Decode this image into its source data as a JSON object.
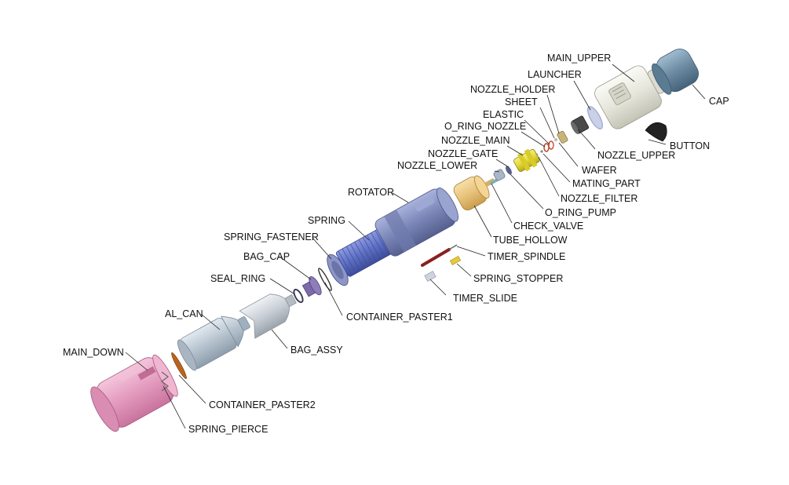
{
  "diagram": {
    "type": "exploded-assembly",
    "parts": [
      {
        "id": "main_upper",
        "label": "MAIN_UPPER",
        "color": "#e6e6dc"
      },
      {
        "id": "cap",
        "label": "CAP",
        "color": "#6c8aa0"
      },
      {
        "id": "launcher",
        "label": "LAUNCHER",
        "color": "#9aa7c9"
      },
      {
        "id": "nozzle_holder",
        "label": "NOZZLE_HOLDER",
        "color": "#c8b47a"
      },
      {
        "id": "sheet",
        "label": "SHEET",
        "color": "#d9c58a"
      },
      {
        "id": "elastic",
        "label": "ELASTIC",
        "color": "#c94a2a"
      },
      {
        "id": "o_ring_nozzle",
        "label": "O_RING_NOZZLE",
        "color": "#b7432a"
      },
      {
        "id": "nozzle_main",
        "label": "NOZZLE_MAIN",
        "color": "#e4d936"
      },
      {
        "id": "nozzle_gate",
        "label": "NOZZLE_GATE",
        "color": "#5a5f8c"
      },
      {
        "id": "nozzle_lower",
        "label": "NOZZLE_LOWER",
        "color": "#aab6c8"
      },
      {
        "id": "nozzle_upper",
        "label": "NOZZLE_UPPER",
        "color": "#4a4a4a"
      },
      {
        "id": "button",
        "label": "BUTTON",
        "color": "#222222"
      },
      {
        "id": "wafer",
        "label": "WAFER",
        "color": "#cfcfcf"
      },
      {
        "id": "mating_part",
        "label": "MATING_PART",
        "color": "#8a8a8a"
      },
      {
        "id": "nozzle_filter",
        "label": "NOZZLE_FILTER",
        "color": "#999999"
      },
      {
        "id": "o_ring_pump",
        "label": "O_RING_PUMP",
        "color": "#555c80"
      },
      {
        "id": "check_valve",
        "label": "CHECK_VALVE",
        "color": "#7fb0b8"
      },
      {
        "id": "tube_hollow",
        "label": "TUBE_HOLLOW",
        "color": "#e8c27a"
      },
      {
        "id": "rotator",
        "label": "ROTATOR",
        "color": "#7b86b8"
      },
      {
        "id": "spring",
        "label": "SPRING",
        "color": "#5e6fc4"
      },
      {
        "id": "spring_fastener",
        "label": "SPRING_FASTENER",
        "color": "#8c96c8"
      },
      {
        "id": "timer_spindle",
        "label": "TIMER_SPINDLE",
        "color": "#8a1f1f"
      },
      {
        "id": "spring_stopper",
        "label": "SPRING_STOPPER",
        "color": "#e7c93a"
      },
      {
        "id": "timer_slide",
        "label": "TIMER_SLIDE",
        "color": "#cfd3e0"
      },
      {
        "id": "bag_cap",
        "label": "BAG_CAP",
        "color": "#7d6aa8"
      },
      {
        "id": "seal_ring",
        "label": "SEAL_RING",
        "color": "#3d3d55"
      },
      {
        "id": "container_paster1",
        "label": "CONTAINER_PASTER1",
        "color": "#333333"
      },
      {
        "id": "al_can",
        "label": "AL_CAN",
        "color": "#b9c6d2"
      },
      {
        "id": "bag_assy",
        "label": "BAG_ASSY",
        "color": "#c9cfd6"
      },
      {
        "id": "main_down",
        "label": "MAIN_DOWN",
        "color": "#e6a3c4"
      },
      {
        "id": "container_paster2",
        "label": "CONTAINER_PASTER2",
        "color": "#b8641f"
      },
      {
        "id": "spring_pierce",
        "label": "SPRING_PIERCE",
        "color": "#777777"
      }
    ]
  }
}
